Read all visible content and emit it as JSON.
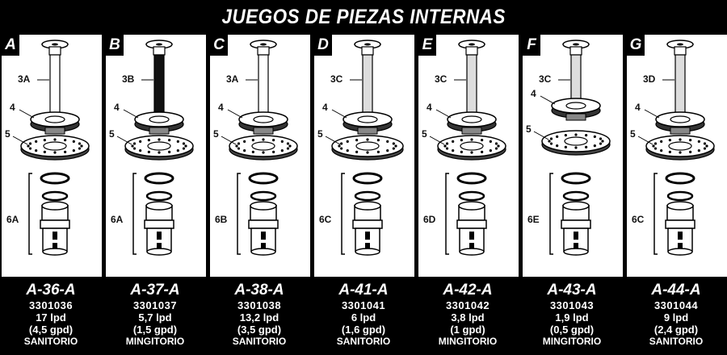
{
  "title": "JUEGOS DE PIEZAS INTERNAS",
  "colors": {
    "background": "#000000",
    "panel": "#ffffff",
    "text_on_dark": "#ffffff"
  },
  "kits": [
    {
      "letter": "A",
      "tube": "3A",
      "ring": "4",
      "disc": "5",
      "base": "6A",
      "model": "A-36-A",
      "code": "3301036",
      "flow": "17 lpd",
      "gpd": "(4,5 gpd)",
      "kind": "SANITORIO"
    },
    {
      "letter": "B",
      "tube": "3B",
      "ring": "4",
      "disc": "5",
      "base": "6A",
      "model": "A-37-A",
      "code": "3301037",
      "flow": "5,7 lpd",
      "gpd": "(1,5 gpd)",
      "kind": "MINGITORIO"
    },
    {
      "letter": "C",
      "tube": "3A",
      "ring": "4",
      "disc": "5",
      "base": "6B",
      "model": "A-38-A",
      "code": "3301038",
      "flow": "13,2 lpd",
      "gpd": "(3,5 gpd)",
      "kind": "SANITORIO"
    },
    {
      "letter": "D",
      "tube": "3C",
      "ring": "4",
      "disc": "5",
      "base": "6C",
      "model": "A-41-A",
      "code": "3301041",
      "flow": "6 lpd",
      "gpd": "(1,6 gpd)",
      "kind": "SANITORIO"
    },
    {
      "letter": "E",
      "tube": "3C",
      "ring": "4",
      "disc": "5",
      "base": "6D",
      "model": "A-42-A",
      "code": "3301042",
      "flow": "3,8 lpd",
      "gpd": "(1 gpd)",
      "kind": "MINGITORIO"
    },
    {
      "letter": "F",
      "tube": "3C",
      "ring": "4",
      "disc": "5",
      "base": "6E",
      "model": "A-43-A",
      "code": "3301043",
      "flow": "1,9 lpd",
      "gpd": "(0,5 gpd)",
      "kind": "MINGITORIO"
    },
    {
      "letter": "G",
      "tube": "3D",
      "ring": "4",
      "disc": "5",
      "base": "6C",
      "model": "A-44-A",
      "code": "3301044",
      "flow": "9 lpd",
      "gpd": "(2,4 gpd)",
      "kind": "SANITORIO"
    }
  ]
}
